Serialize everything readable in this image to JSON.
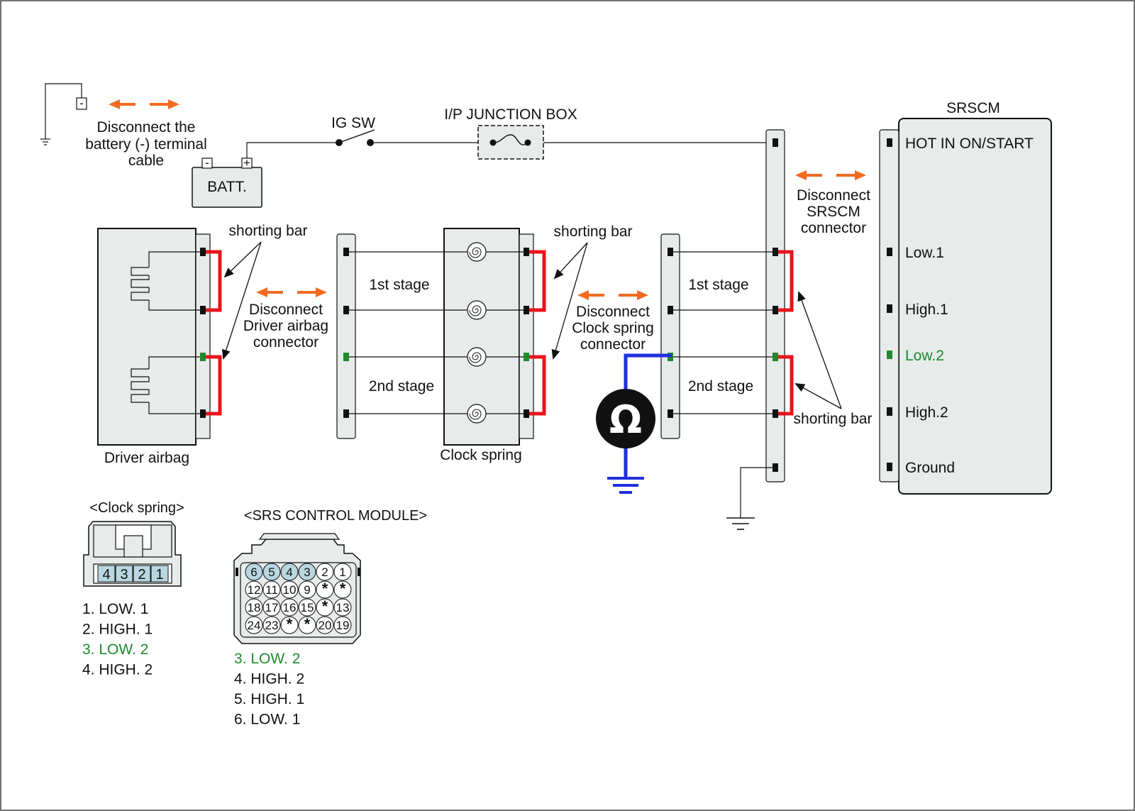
{
  "colors": {
    "shorting_bar": "#e8141c",
    "disconnect_arrow": "#f26b21",
    "meter_wire": "#1f2fe0",
    "low2_highlight": "#1f8a2e",
    "panel_fill": "#e7ebea",
    "pin_blue": "#b8d7e0"
  },
  "icons": {
    "ohmmeter": "ohmmeter-icon",
    "ground": "ground-symbol-icon",
    "fuse": "fuse-icon",
    "coil": "clock-spring-coil-icon",
    "switch": "ignition-switch-icon",
    "arrow": "double-arrow-icon"
  },
  "labels": {
    "disconnect_battery": [
      "Disconnect the",
      "battery (-) terminal",
      "cable"
    ],
    "ig_sw": "IG SW",
    "junction_box": "I/P JUNCTION BOX",
    "batt": "BATT.",
    "batt_neg": "-",
    "batt_pos": "+",
    "neg_terminal": "-",
    "srscm": "SRSCM",
    "disconnect_srscm": [
      "Disconnect",
      "SRSCM",
      "connector"
    ],
    "shorting_bar": "shorting bar",
    "disconnect_driver": [
      "Disconnect",
      "Driver airbag",
      "connector"
    ],
    "disconnect_clock": [
      "Disconnect",
      "Clock spring",
      "connector"
    ],
    "first_stage": "1st stage",
    "second_stage": "2nd stage",
    "driver_airbag": "Driver airbag",
    "clock_spring": "Clock spring",
    "ohm": "Ω"
  },
  "srscm_pins": [
    {
      "label": "HOT IN ON/START",
      "highlight": false
    },
    {
      "label": "Low.1",
      "highlight": false
    },
    {
      "label": "High.1",
      "highlight": false
    },
    {
      "label": "Low.2",
      "highlight": true
    },
    {
      "label": "High.2",
      "highlight": false
    },
    {
      "label": "Ground",
      "highlight": false
    }
  ],
  "clock_spring_connector": {
    "title": "<Clock spring>",
    "pins": [
      "4",
      "3",
      "2",
      "1"
    ],
    "legend": [
      {
        "text": "1. LOW. 1",
        "highlight": false
      },
      {
        "text": "2. HIGH. 1",
        "highlight": false
      },
      {
        "text": "3. LOW. 2",
        "highlight": true
      },
      {
        "text": "4. HIGH. 2",
        "highlight": false
      }
    ]
  },
  "srs_module_connector": {
    "title": "<SRS CONTROL MODULE>",
    "rows": [
      [
        "6",
        "5",
        "4",
        "3",
        "2",
        "1"
      ],
      [
        "12",
        "11",
        "10",
        "9",
        "*",
        "*"
      ],
      [
        "18",
        "17",
        "16",
        "15",
        "*",
        "13"
      ],
      [
        "24",
        "23",
        "*",
        "*",
        "20",
        "19"
      ]
    ],
    "shaded_pins": [
      "6",
      "5",
      "4",
      "3"
    ],
    "legend": [
      {
        "text": "3. LOW. 2",
        "highlight": true
      },
      {
        "text": "4. HIGH. 2",
        "highlight": false
      },
      {
        "text": "5. HIGH. 1",
        "highlight": false
      },
      {
        "text": "6. LOW. 1",
        "highlight": false
      }
    ]
  }
}
